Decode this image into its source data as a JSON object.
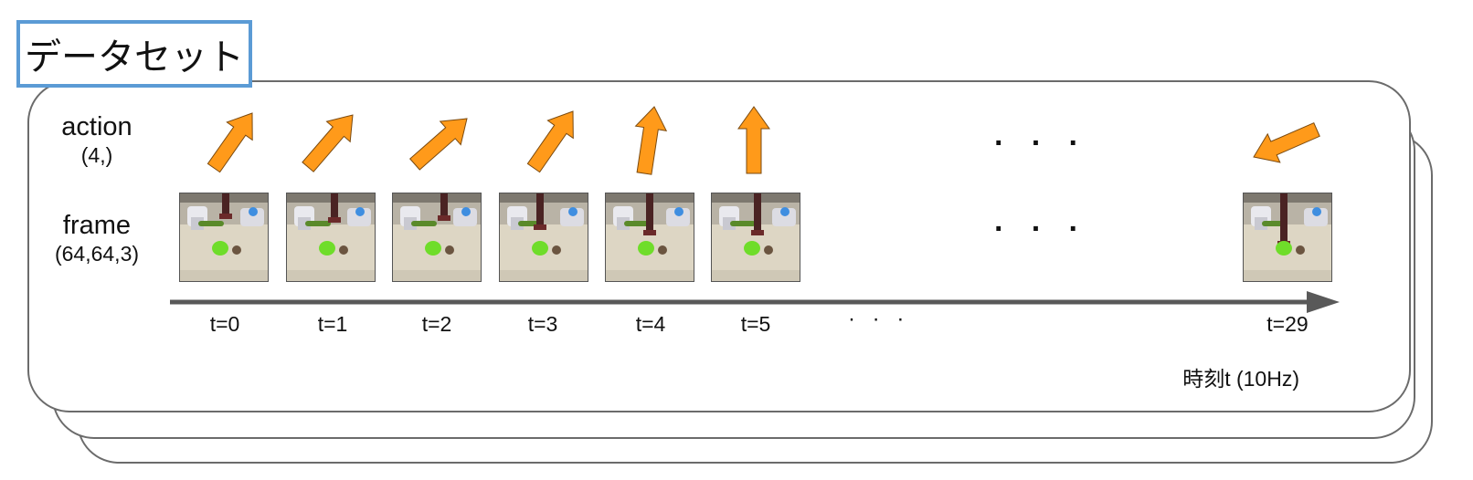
{
  "title": "データセット",
  "labels": {
    "action_name": "action",
    "action_shape": "(4,)",
    "frame_name": "frame",
    "frame_shape": "(64,64,3)"
  },
  "ellipsis": "· · ·",
  "timesteps": [
    "t=0",
    "t=1",
    "t=2",
    "t=3",
    "t=4",
    "t=5",
    "t=29"
  ],
  "time_axis_label": "時刻t (10Hz)",
  "colors": {
    "arrow_fill": "#ff9a1a",
    "arrow_stroke": "#7a4a10",
    "title_border": "#5b9bd5",
    "axis": "#595959"
  }
}
